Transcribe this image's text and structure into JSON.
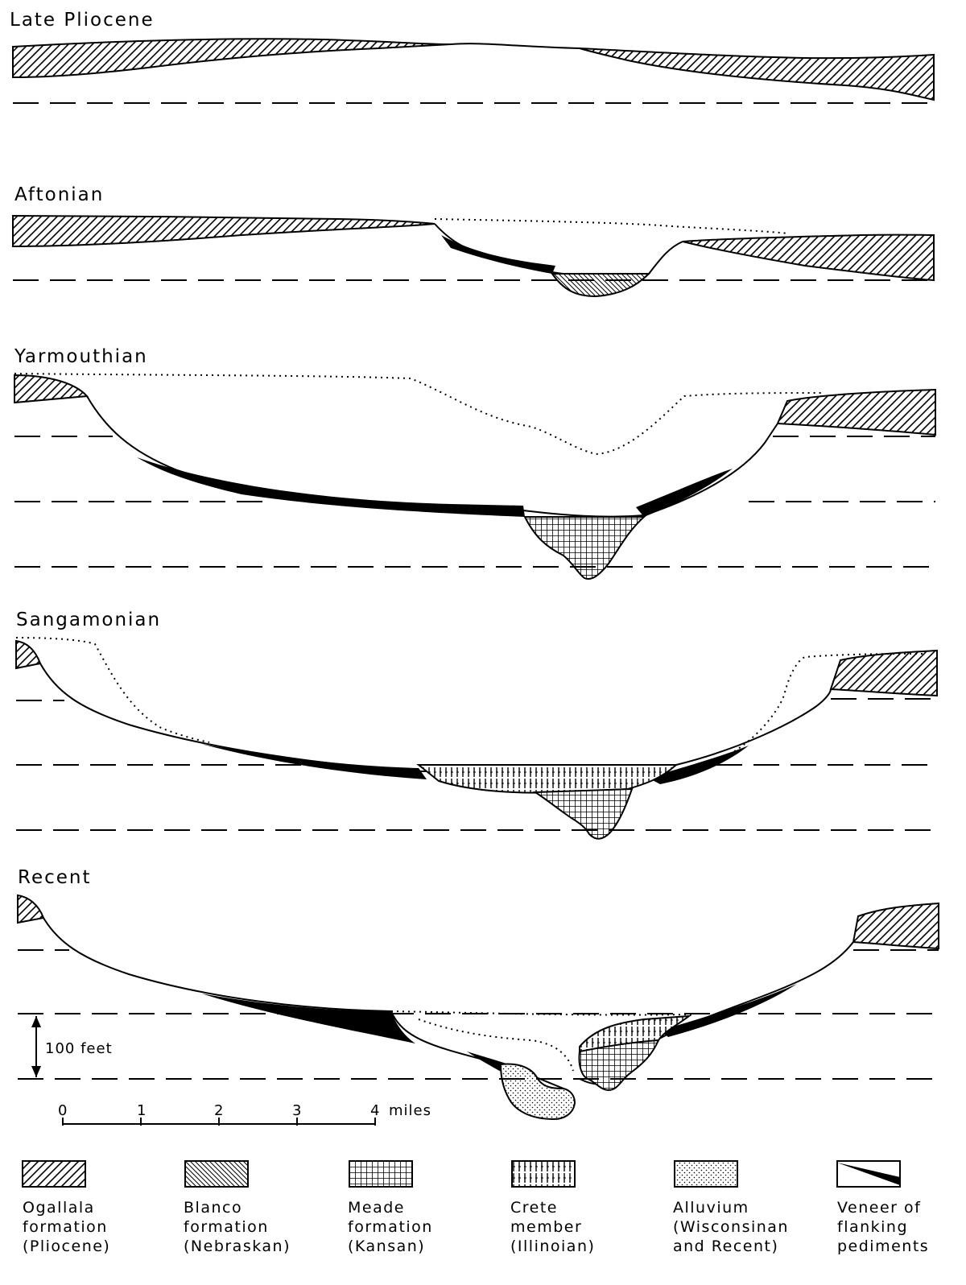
{
  "panels": [
    {
      "title": "Late Pliocene"
    },
    {
      "title": "Aftonian"
    },
    {
      "title": "Yarmouthian"
    },
    {
      "title": "Sangamonian"
    },
    {
      "title": "Recent"
    }
  ],
  "vertical_scale": {
    "label": "100 feet"
  },
  "horizontal_scale": {
    "ticks": [
      "0",
      "1",
      "2",
      "3",
      "4"
    ],
    "unit": "miles"
  },
  "legend": [
    {
      "line1": "Ogallala",
      "line2": "formation",
      "line3": "(Pliocene)",
      "pattern": "diagonal-hatch"
    },
    {
      "line1": "Blanco",
      "line2": "formation",
      "line3": "(Nebraskan)",
      "pattern": "dense-hatch"
    },
    {
      "line1": "Meade",
      "line2": "formation",
      "line3": "(Kansan)",
      "pattern": "grid"
    },
    {
      "line1": "Crete",
      "line2": "member",
      "line3": "(Illinoian)",
      "pattern": "vertical-lines"
    },
    {
      "line1": "Alluvium",
      "line2": "(Wisconsinan",
      "line3": "and Recent)",
      "pattern": "stipple"
    },
    {
      "line1": "Veneer of",
      "line2": "flanking",
      "line3": "pediments",
      "pattern": "black-wedge"
    }
  ]
}
